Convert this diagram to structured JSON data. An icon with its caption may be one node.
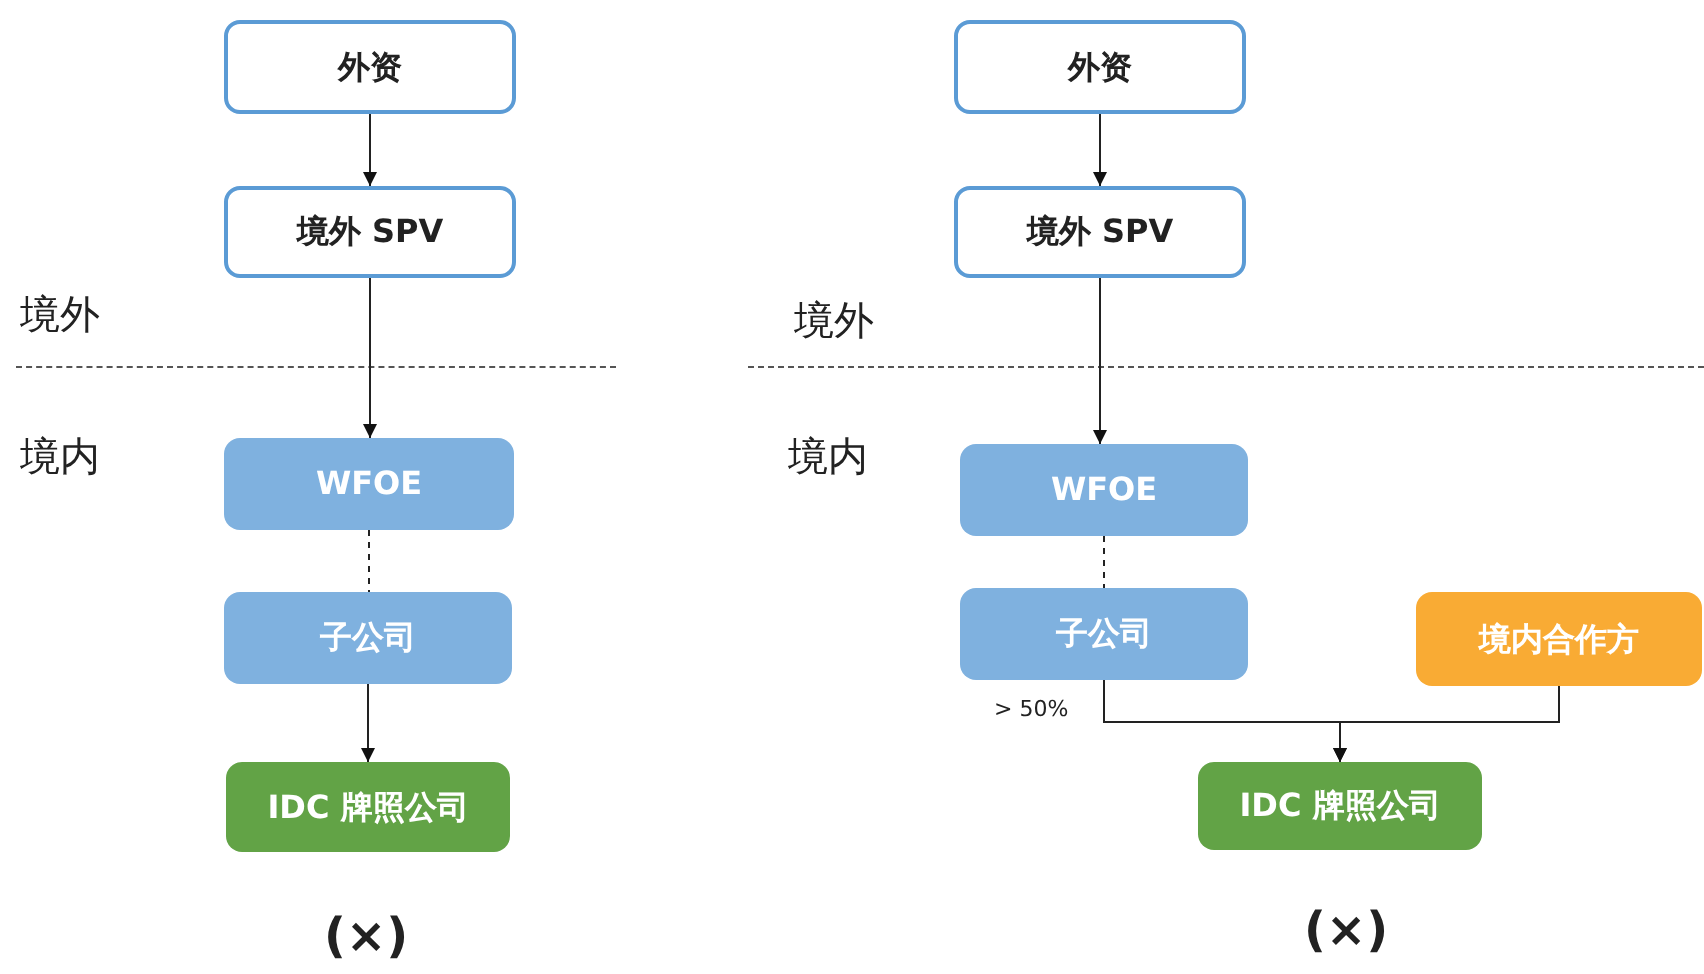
{
  "diagram": {
    "nodes": [
      {
        "text": [
          "外资"
        ]
      },
      {
        "text": [
          "境外 SPV"
        ]
      },
      {
        "text": [
          "WFOE"
        ]
      },
      {
        "text": [
          "子公司"
        ]
      },
      {
        "text": [
          "IDC 牌照公司"
        ]
      },
      {
        "text": [
          "外资"
        ]
      },
      {
        "text": [
          "境外 SPV"
        ]
      },
      {
        "text": [
          "WFOE"
        ]
      },
      {
        "text": [
          "子公司"
        ]
      },
      {
        "text": [
          "境内合作方"
        ]
      },
      {
        "text": [
          "IDC 牌照公司"
        ]
      }
    ],
    "edges": [
      {
        "from": 0,
        "to": 1,
        "arrow": "to"
      },
      {
        "from": 1,
        "to": 2,
        "arrow": "to"
      },
      {
        "from": 2,
        "to": 3,
        "arrow": "none",
        "style": "dashed"
      },
      {
        "from": 3,
        "to": 4,
        "arrow": "to"
      },
      {
        "from": 5,
        "to": 6,
        "arrow": "to"
      },
      {
        "from": 6,
        "to": 7,
        "arrow": "to"
      },
      {
        "from": 7,
        "to": 8,
        "arrow": "none",
        "style": "dashed"
      },
      {
        "from": 8,
        "to": 10,
        "arrow": "to",
        "label": "> 50%"
      },
      {
        "from": 9,
        "to": 10,
        "arrow": "to"
      }
    ],
    "labels": [
      "境外",
      "境内",
      "(×)",
      "境外",
      "境内",
      "(×)"
    ]
  }
}
